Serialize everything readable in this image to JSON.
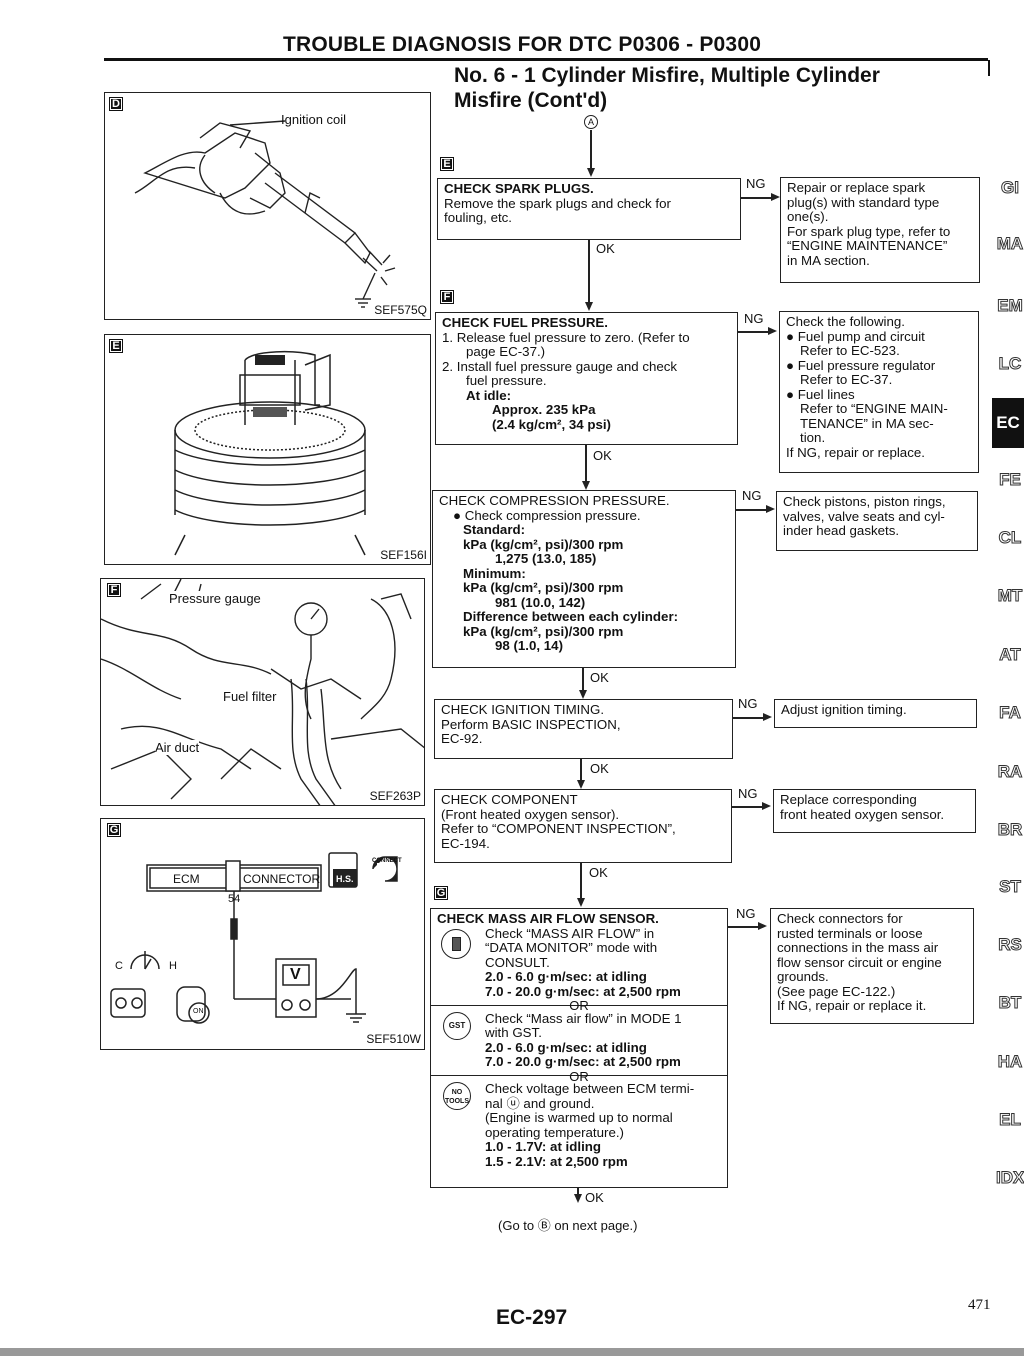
{
  "header": {
    "title": "TROUBLE DIAGNOSIS FOR DTC P0306 - P0300",
    "subtitle_line1": "No. 6 - 1 Cylinder Misfire, Multiple Cylinder",
    "subtitle_line2": "Misfire (Cont'd)"
  },
  "flow": {
    "start_ref": "A",
    "tag_e": "E",
    "tag_f": "F",
    "tag_g": "G",
    "ng": "NG",
    "ok": "OK",
    "or": "OR",
    "spark": {
      "title": "CHECK SPARK PLUGS.",
      "l1": "Remove the spark plugs and check for",
      "l2": "fouling, etc.",
      "ng_title": "Repair or replace spark",
      "ng_l2": "plug(s) with standard type",
      "ng_l3": "one(s).",
      "ng_l4": "For spark plug type, refer to",
      "ng_l5": "“ENGINE MAINTENANCE”",
      "ng_l6": "in MA section."
    },
    "fuel": {
      "title": "CHECK FUEL PRESSURE.",
      "l1": "1.  Release fuel pressure to zero. (Refer to",
      "l2": "page EC-37.)",
      "l3": "2.  Install fuel pressure gauge and check",
      "l4": "fuel pressure.",
      "l5": "At idle:",
      "l6": "Approx. 235 kPa",
      "l7": "(2.4 kg/cm², 34 psi)",
      "ng_l1": "Check the following.",
      "ng_l2": "● Fuel pump and circuit",
      "ng_l3": "Refer to EC-523.",
      "ng_l4": "● Fuel pressure regulator",
      "ng_l5": "Refer to EC-37.",
      "ng_l6": "● Fuel lines",
      "ng_l7": "Refer to “ENGINE MAIN-",
      "ng_l8": "TENANCE” in MA sec-",
      "ng_l9": "tion.",
      "ng_l10": "If NG, repair or replace."
    },
    "compression": {
      "title": "CHECK COMPRESSION PRESSURE.",
      "l1": "● Check compression pressure.",
      "l2": "Standard:",
      "l3": "kPa (kg/cm², psi)/300 rpm",
      "l4": "1,275 (13.0, 185)",
      "l5": "Minimum:",
      "l6": "kPa (kg/cm², psi)/300 rpm",
      "l7": "981 (10.0, 142)",
      "l8": "Difference between each cylinder:",
      "l9": "kPa (kg/cm², psi)/300 rpm",
      "l10": "98 (1.0, 14)",
      "ng_l1": "Check pistons, piston rings,",
      "ng_l2": "valves, valve seats and cyl-",
      "ng_l3": "inder head gaskets."
    },
    "timing": {
      "title": "CHECK IGNITION TIMING.",
      "l1": "Perform BASIC INSPECTION,",
      "l2": "EC-92.",
      "ng_l1": "Adjust ignition timing."
    },
    "component": {
      "title": "CHECK COMPONENT",
      "l1": "(Front heated oxygen sensor).",
      "l2": "Refer to “COMPONENT INSPECTION”,",
      "l3": "EC-194.",
      "ng_l1": "Replace corresponding",
      "ng_l2": "front heated oxygen sensor."
    },
    "maf": {
      "title": "CHECK MASS AIR FLOW SENSOR.",
      "a1": "Check “MASS AIR FLOW” in",
      "a2": "“DATA MONITOR” mode with",
      "a3": "CONSULT.",
      "a4": "2.0 - 6.0 g·m/sec: at idling",
      "a5": "7.0 - 20.0 g·m/sec: at 2,500 rpm",
      "b1": "Check “Mass air flow” in MODE 1",
      "b2": "with GST.",
      "b3": "2.0 - 6.0 g·m/sec: at idling",
      "b4": "7.0 - 20.0 g·m/sec: at 2,500 rpm",
      "c1": "Check voltage between ECM termi-",
      "c2": "nal ⓤ and ground.",
      "c3": "(Engine is warmed up to normal",
      "c4": "operating temperature.)",
      "c5": "1.0 - 1.7V: at idling",
      "c6": "1.5 - 2.1V: at 2,500 rpm",
      "ng_l1": "Check connectors for",
      "ng_l2": "rusted terminals or loose",
      "ng_l3": "connections in the mass air",
      "ng_l4": "flow sensor circuit or engine",
      "ng_l5": "grounds.",
      "ng_l6": "(See page EC-122.)",
      "ng_l7": "If NG, repair or replace it."
    },
    "goto": "(Go to Ⓑ on next page.)"
  },
  "figures": {
    "d": {
      "tag": "D",
      "label": "Ignition coil",
      "code": "SEF575Q"
    },
    "e": {
      "tag": "E",
      "code": "SEF156I"
    },
    "f": {
      "tag": "F",
      "label_gauge": "Pressure gauge",
      "label_filter": "Fuel filter",
      "label_duct": "Air duct",
      "code": "SEF263P"
    },
    "g": {
      "tag": "G",
      "ecm": "ECM",
      "connector": "CONNECTOR",
      "pin": "54",
      "connect": "CONNECT",
      "hs": "H.S.",
      "c": "C",
      "h": "H",
      "v": "V",
      "on": "ON",
      "code": "SEF510W"
    }
  },
  "side_tabs": [
    "GI",
    "MA",
    "EM",
    "LC",
    "EC",
    "FE",
    "CL",
    "MT",
    "AT",
    "FA",
    "RA",
    "BR",
    "ST",
    "RS",
    "BT",
    "HA",
    "EL",
    "IDX"
  ],
  "footer": {
    "code": "EC-297",
    "page": "471"
  }
}
